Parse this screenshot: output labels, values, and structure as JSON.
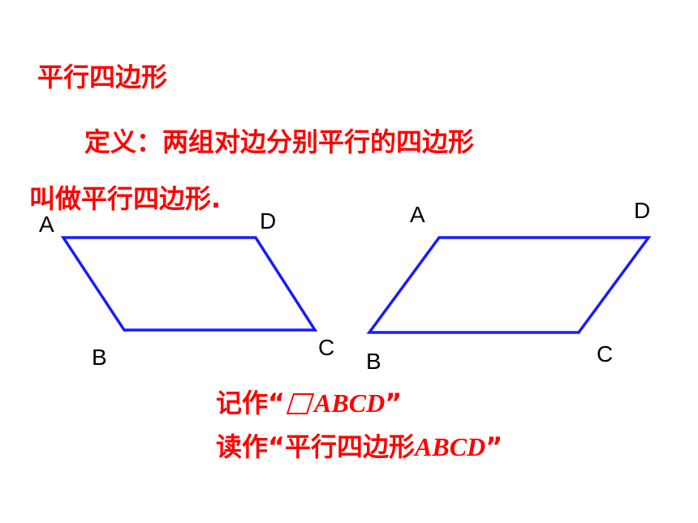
{
  "title": "平行四边形",
  "definition": {
    "line1": "定义：两组对边分别平行的四边形",
    "line2": "叫做平行四边形."
  },
  "notation": {
    "written_prefix": "记作“",
    "written_symbol": "parallelogram-symbol",
    "written_name": "ABCD",
    "written_suffix": "”",
    "read_prefix": "读作“平行四边形",
    "read_name": "ABCD",
    "read_suffix": "”"
  },
  "figures": [
    {
      "labels": {
        "A": "A",
        "B": "B",
        "C": "C",
        "D": "D"
      }
    },
    {
      "labels": {
        "A": "A",
        "B": "B",
        "C": "C",
        "D": "D"
      }
    }
  ],
  "colors": {
    "text": "#ff0000",
    "shape": "#1a1aff",
    "label": "#000000"
  }
}
